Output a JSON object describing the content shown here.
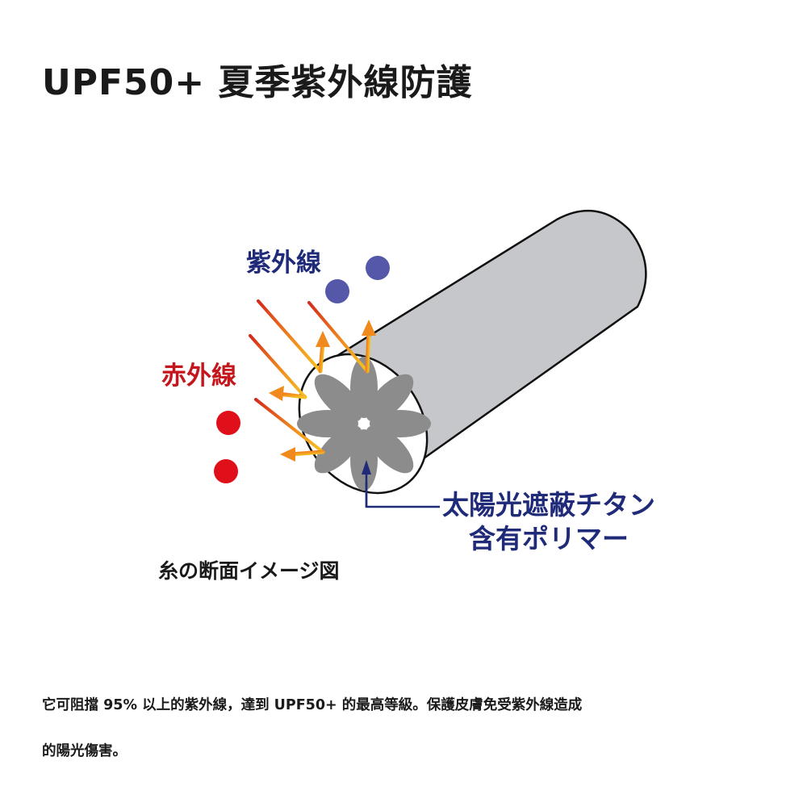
{
  "header": {
    "title": "UPF50+ 夏季紫外線防護"
  },
  "diagram": {
    "uv_label": "紫外線",
    "ir_label": "赤外線",
    "polymer_label_line1": "太陽光遮蔽チタン",
    "polymer_label_line2": "含有ポリマー",
    "caption": "糸の断面イメージ図",
    "colors": {
      "uv": "#5558a8",
      "uv_text": "#1f2a78",
      "ir": "#e0101a",
      "ir_text": "#c4161c",
      "fiber_body": "#c5c7ca",
      "petal": "#8c8c8c",
      "arrow_start": "#d42a1e",
      "arrow_mid": "#f5c324",
      "arrow_head": "#f08a1c",
      "pointer": "#1f2a78"
    }
  },
  "description": {
    "line1": "它可阻擋 95% 以上的紫外線，達到 UPF50+ 的最高等級。保護皮膚免受紫外線造成",
    "line2": "的陽光傷害。"
  }
}
